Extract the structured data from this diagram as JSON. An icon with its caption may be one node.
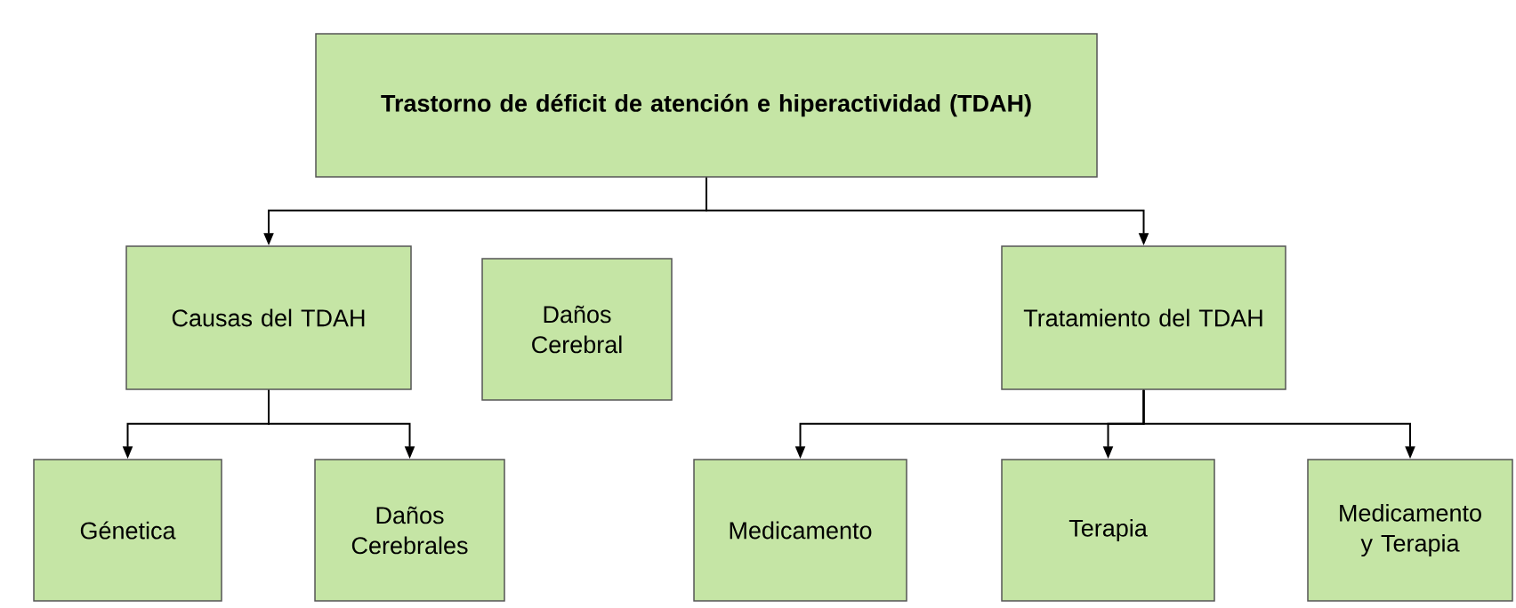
{
  "diagram": {
    "nodes": [
      {
        "text": [
          "Trastorno de déficit de atención e hiperactividad (TDAH)"
        ]
      },
      {
        "text": [
          "Causas del TDAH"
        ]
      },
      {
        "text": [
          "Daños Cerebral"
        ]
      },
      {
        "text": [
          "Tratamiento del TDAH"
        ]
      },
      {
        "text": [
          "Génetica"
        ]
      },
      {
        "text": [
          "Daños Cerebrales"
        ]
      },
      {
        "text": [
          "Medicamento"
        ]
      },
      {
        "text": [
          "Terapia"
        ]
      },
      {
        "text": [
          "Medicamento y Terapia"
        ]
      }
    ],
    "edges": [
      {
        "from": 0,
        "to": 1,
        "arrow": "to"
      },
      {
        "from": 0,
        "to": 3,
        "arrow": "to"
      },
      {
        "from": 1,
        "to": 4,
        "arrow": "to"
      },
      {
        "from": 1,
        "to": 5,
        "arrow": "to"
      },
      {
        "from": 3,
        "to": 6,
        "arrow": "to"
      },
      {
        "from": 3,
        "to": 7,
        "arrow": "to"
      },
      {
        "from": 3,
        "to": 8,
        "arrow": "to"
      }
    ]
  }
}
